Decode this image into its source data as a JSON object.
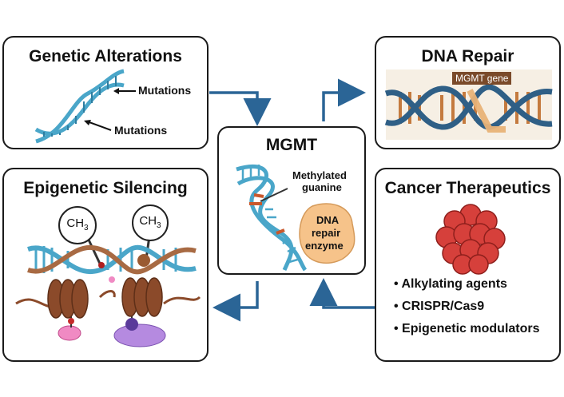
{
  "colors": {
    "dna_blue": "#4aa6c9",
    "dna_orange": "#c96b3c",
    "arrow": "#2b6596",
    "enzyme": "#f6c38a",
    "nucleosome": "#8b4a2a",
    "cancer": "#d6403b"
  },
  "panels": {
    "genetic": {
      "title": "Genetic Alterations",
      "label_top": "Mutations",
      "label_bottom": "Mutations"
    },
    "dna_repair": {
      "title": "DNA Repair",
      "gene_label": "MGMT gene"
    },
    "mgmt": {
      "title": "MGMT",
      "methyl_label_1": "Methylated",
      "methyl_label_2": "guanine",
      "enzyme_1": "DNA",
      "enzyme_2": "repair",
      "enzyme_3": "enzyme"
    },
    "epigenetic": {
      "title": "Epigenetic Silencing",
      "methyl_1": "CH",
      "methyl_1_sub": "3",
      "methyl_2": "CH",
      "methyl_2_sub": "3"
    },
    "cancer": {
      "title": "Cancer Therapeutics",
      "bullets": [
        "Alkylating agents",
        "CRISPR/Cas9",
        "Epigenetic modulators"
      ]
    }
  },
  "icons": [
    "dna-helix-icon",
    "methyl-group-icon",
    "nucleosome-icon",
    "tumor-cells-icon",
    "enzyme-icon"
  ]
}
